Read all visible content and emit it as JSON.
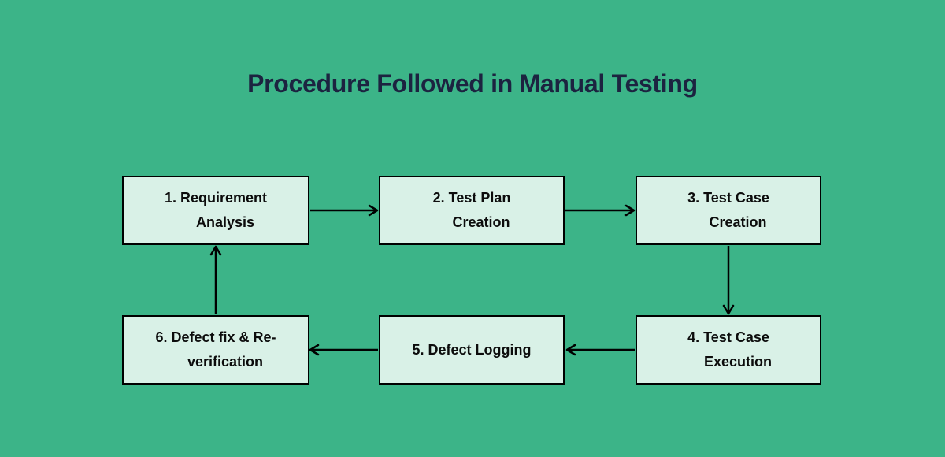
{
  "title": "Procedure Followed in Manual Testing",
  "colors": {
    "background": "#3cb488",
    "box_fill": "#d9f1e7",
    "box_border": "#000000",
    "title_text": "#1c2340",
    "step_text": "#0c0c0c",
    "arrow": "#000000"
  },
  "steps": [
    {
      "id": "requirement-analysis",
      "lines": [
        "1. Requirement",
        "Analysis"
      ]
    },
    {
      "id": "test-plan-creation",
      "lines": [
        "2. Test Plan",
        "Creation"
      ]
    },
    {
      "id": "test-case-creation",
      "lines": [
        "3. Test Case",
        "Creation"
      ]
    },
    {
      "id": "test-case-execution",
      "lines": [
        "4. Test Case",
        "Execution"
      ]
    },
    {
      "id": "defect-logging",
      "lines": [
        "5. Defect Logging"
      ]
    },
    {
      "id": "defect-fix-reverification",
      "lines": [
        "6. Defect fix & Re-",
        "verification"
      ]
    }
  ],
  "edges": [
    {
      "from": "requirement-analysis",
      "to": "test-plan-creation",
      "direction": "right"
    },
    {
      "from": "test-plan-creation",
      "to": "test-case-creation",
      "direction": "right"
    },
    {
      "from": "test-case-creation",
      "to": "test-case-execution",
      "direction": "down"
    },
    {
      "from": "test-case-execution",
      "to": "defect-logging",
      "direction": "left"
    },
    {
      "from": "defect-logging",
      "to": "defect-fix-reverification",
      "direction": "left"
    },
    {
      "from": "defect-fix-reverification",
      "to": "requirement-analysis",
      "direction": "up"
    }
  ]
}
